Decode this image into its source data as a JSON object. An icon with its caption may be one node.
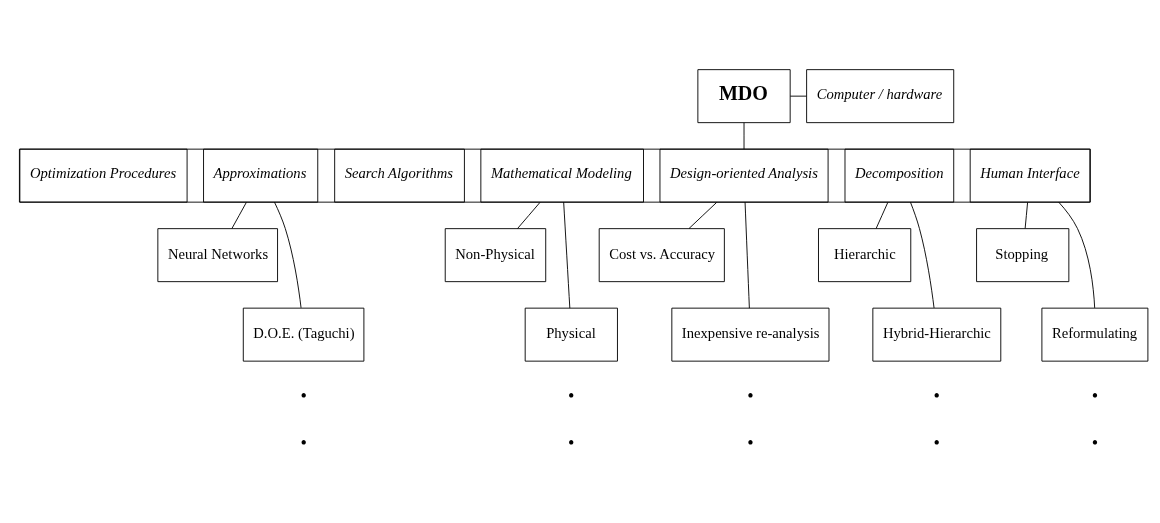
{
  "diagram": {
    "nodes": [
      {
        "text": [
          "MDO"
        ]
      },
      {
        "text": [
          "Computer / hardware"
        ]
      },
      {
        "text": [],
        "shape": "box"
      },
      {
        "text": [
          "Approximations"
        ],
        "in": 2
      },
      {
        "text": [
          "Mathematical Modeling"
        ],
        "in": 2
      },
      {
        "text": [
          "Design-oriented Analysis"
        ],
        "in": 2
      },
      {
        "text": [
          "Decomposition"
        ],
        "in": 2
      },
      {
        "text": [
          "Search Algorithms"
        ],
        "in": 2
      },
      {
        "text": [
          "Human Interface"
        ],
        "in": 2
      },
      {
        "text": [
          "Optimization Procedures"
        ],
        "in": 2
      },
      {
        "text": [
          "Neural Networks"
        ]
      },
      {
        "text": [
          "Non-Physical"
        ]
      },
      {
        "text": [
          "Cost vs. Accuracy"
        ]
      },
      {
        "text": [
          "Hierarchic"
        ]
      },
      {
        "text": [
          "Stopping"
        ]
      },
      {
        "text": [
          "D.O.E. (Taguchi)"
        ]
      },
      {
        "text": [
          "Physical"
        ]
      },
      {
        "text": [
          "Inexpensive re-analysis"
        ]
      },
      {
        "text": [
          "Hybrid-Hierarchic"
        ]
      },
      {
        "text": [
          "Reformulating"
        ]
      }
    ],
    "edges": [
      {
        "from": 0,
        "to": 1,
        "arrow": "none"
      },
      {
        "from": 0,
        "to": 2,
        "arrow": "none"
      },
      {
        "from": 3,
        "to": 10,
        "arrow": "none"
      },
      {
        "from": 3,
        "to": 15,
        "arrow": "none"
      },
      {
        "from": 4,
        "to": 11,
        "arrow": "none"
      },
      {
        "from": 4,
        "to": 16,
        "arrow": "none"
      },
      {
        "from": 5,
        "to": 12,
        "arrow": "none"
      },
      {
        "from": 5,
        "to": 17,
        "arrow": "none"
      },
      {
        "from": 6,
        "to": 13,
        "arrow": "none"
      },
      {
        "from": 6,
        "to": 18,
        "arrow": "none"
      },
      {
        "from": 8,
        "to": 14,
        "arrow": "none"
      },
      {
        "from": 8,
        "to": 19,
        "arrow": "none"
      }
    ],
    "labels": [
      "•",
      "•",
      "•",
      "•",
      "•",
      "•",
      "•",
      "•",
      "•",
      "•"
    ]
  }
}
